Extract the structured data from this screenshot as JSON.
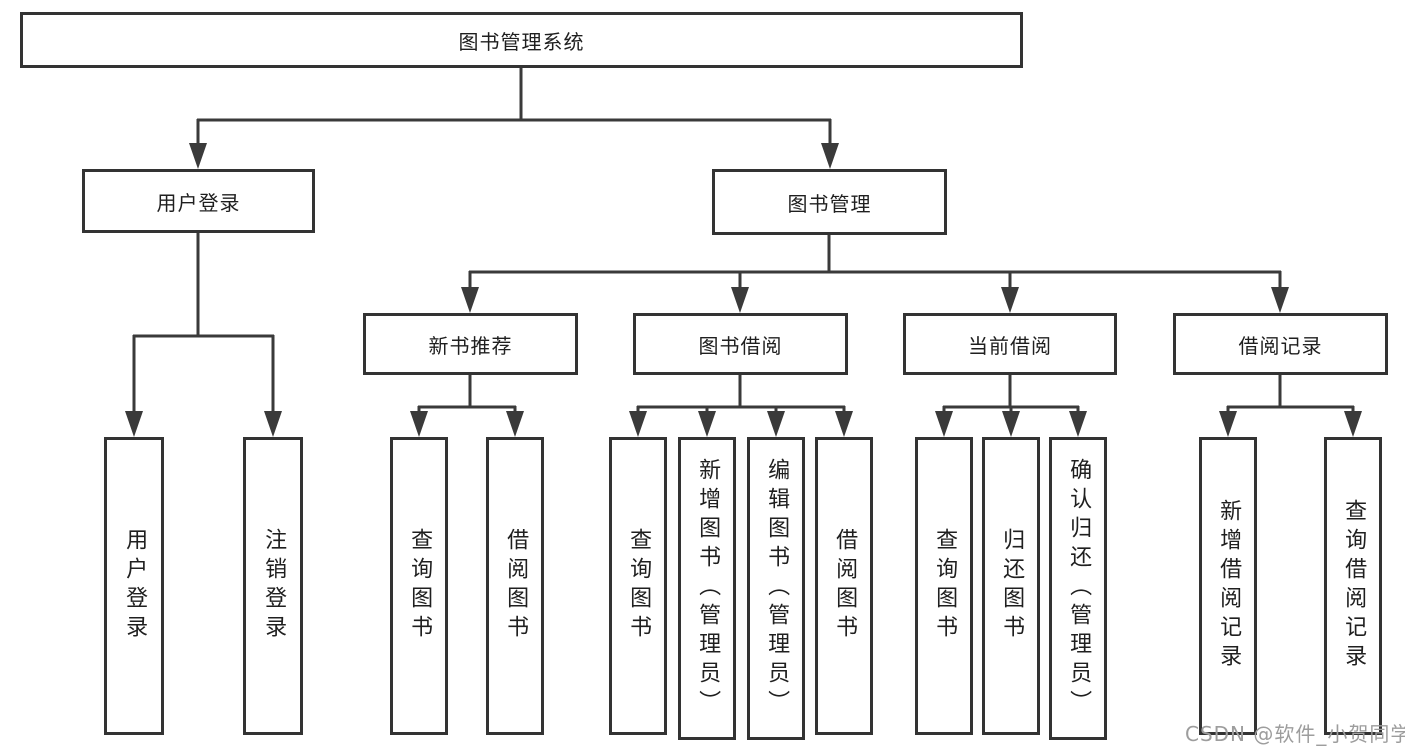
{
  "diagram": {
    "root": {
      "label": "图书管理系统"
    },
    "branches": [
      {
        "label": "用户登录",
        "children": [
          {
            "label": "用户登录"
          },
          {
            "label": "注销登录"
          }
        ]
      },
      {
        "label": "图书管理",
        "children": [
          {
            "label": "新书推荐",
            "children": [
              {
                "label": "查询图书"
              },
              {
                "label": "借阅图书"
              }
            ]
          },
          {
            "label": "图书借阅",
            "children": [
              {
                "label": "查询图书"
              },
              {
                "label": "新增图书（管理员）"
              },
              {
                "label": "编辑图书（管理员）"
              },
              {
                "label": "借阅图书"
              }
            ]
          },
          {
            "label": "当前借阅",
            "children": [
              {
                "label": "查询图书"
              },
              {
                "label": "归还图书"
              },
              {
                "label": "确认归还（管理员）"
              }
            ]
          },
          {
            "label": "借阅记录",
            "children": [
              {
                "label": "新增借阅记录"
              },
              {
                "label": "查询借阅记录"
              }
            ]
          }
        ]
      }
    ]
  },
  "watermark": {
    "text": "CSDN @软件_小贺同学"
  },
  "colors": {
    "line": "#3a3a3a",
    "box_border": "#333333",
    "text": "#1f1f1f",
    "watermark": "#9d9d9d",
    "background": "#ffffff"
  }
}
